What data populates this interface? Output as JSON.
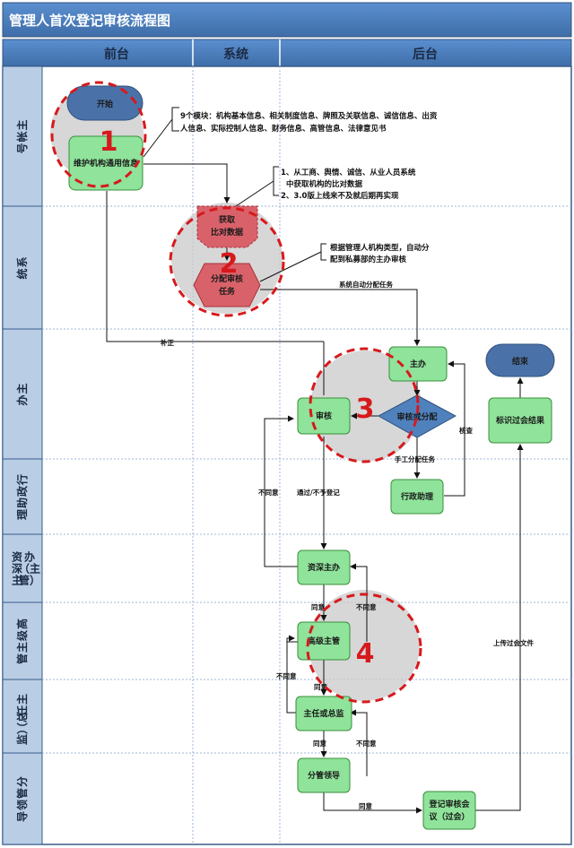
{
  "title": "管理人首次登记审核流程图",
  "columns": [
    "前台",
    "系统",
    "后台"
  ],
  "rows": [
    {
      "id": "main-account",
      "label": [
        "主",
        "帐",
        "号"
      ]
    },
    {
      "id": "system",
      "label": [
        "系",
        "统"
      ]
    },
    {
      "id": "sponsor",
      "label": [
        "主",
        "办"
      ]
    },
    {
      "id": "admin-assistant",
      "label": [
        "行",
        "政",
        "助",
        "理"
      ]
    },
    {
      "id": "senior-sponsor",
      "label": [
        "资",
        "深",
        "主",
        "办",
        "（主",
        "管）"
      ]
    },
    {
      "id": "senior-manager",
      "label": [
        "高",
        "级",
        "主",
        "管"
      ]
    },
    {
      "id": "director",
      "label": [
        "主",
        "任",
        "（总",
        "监）"
      ]
    },
    {
      "id": "leader",
      "label": [
        "分",
        "管",
        "领",
        "导"
      ]
    }
  ],
  "nodes": {
    "start": "开始",
    "maintain": "维护机构通用信息",
    "fetch": [
      "获取",
      "比对数据"
    ],
    "assign": [
      "分配审核",
      "任务"
    ],
    "sponsor": "主办",
    "review": "审核",
    "review_or_assign": "审核或分配",
    "admin_assistant": "行政助理",
    "senior_sponsor": "资深主办",
    "senior_manager": "高级主管",
    "director": "主任或总监",
    "leader": "分管领导",
    "meeting": [
      "登记审核会",
      "议（过会）"
    ],
    "mark_result": "标识过会结果",
    "end": "结束"
  },
  "notes": {
    "modules": [
      "9个模块：机构基本信息、相关制度信息、牌照及关联信息、诚信信息、出资",
      "人信息、实际控制人信息、财务信息、高管信息、法律意见书"
    ],
    "compare": [
      "1、从工商、舆情、诚信、从业人员系统",
      "中获取机构的比对数据",
      "2、3.0版上线来不及就后期再实现"
    ],
    "assign_rule": [
      "根据管理人机构类型，自动分",
      "配到私募部的主办审核"
    ]
  },
  "edge_labels": {
    "auto_assign": "系统自动分配任务",
    "supplement": "补正",
    "manual_assign": "手工分配任务",
    "verify": "核查",
    "disagree": "不同意",
    "pass": "通过/不予登记",
    "agree": "同意",
    "upload": "上传过会文件"
  },
  "markers": [
    "1",
    "2",
    "3",
    "4"
  ],
  "colors": {
    "header": "#4f81bd",
    "header_dark": "#385d8a",
    "green_node": "#8fe39a",
    "green_border": "#3a8f3a",
    "red_node": "#d9626a",
    "red_border": "#a8323a",
    "blue_node": "#4a72a8",
    "diamond": "#4f81bd",
    "marker": "#d7191c",
    "highlight": "#c9c9c9"
  }
}
